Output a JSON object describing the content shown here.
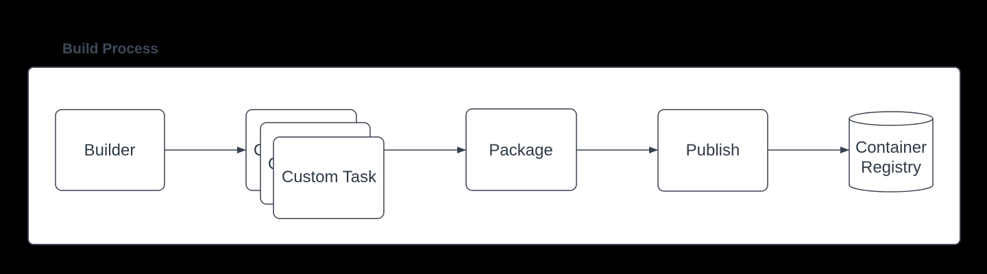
{
  "page": {
    "title": "Build Process"
  },
  "canvas": {
    "background": "#000000",
    "panel_fill": "#ffffff"
  },
  "colors": {
    "stroke": "#39414f",
    "text": "#2f3946",
    "title": "#3f4a57",
    "shape_fill": "#ffffff"
  },
  "nodes": {
    "builder": {
      "label": "Builder",
      "shape": "rounded-rectangle"
    },
    "custom_task": {
      "label": "Custom Task",
      "shape": "stacked-rounded-rectangles",
      "stack_count": 3
    },
    "package": {
      "label": "Package",
      "shape": "rounded-rectangle"
    },
    "publish": {
      "label": "Publish",
      "shape": "rounded-rectangle"
    },
    "container_registry": {
      "label": "Container Registry",
      "lines": [
        "Container",
        "Registry"
      ],
      "shape": "cylinder"
    }
  },
  "edges": [
    {
      "from": "builder",
      "to": "custom_task"
    },
    {
      "from": "custom_task",
      "to": "package"
    },
    {
      "from": "package",
      "to": "publish"
    },
    {
      "from": "publish",
      "to": "container_registry"
    }
  ]
}
